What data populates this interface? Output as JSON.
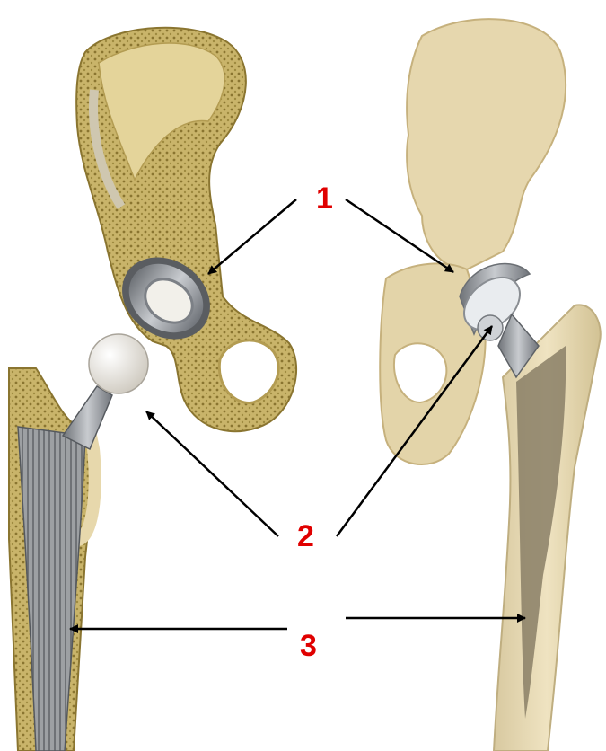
{
  "labels": {
    "one": "1",
    "two": "2",
    "three": "3"
  },
  "colors": {
    "bone": "#e9dcb5",
    "bone_shadow": "#cdb98a",
    "cancellous": "#b9a24f",
    "metal": "#8e9298",
    "metal_light": "#c9ccd1",
    "ball": "#ece9e2",
    "label": "#e00000",
    "arrow": "#000000"
  },
  "items": [
    {
      "name": "acetabular-cup",
      "label": "1"
    },
    {
      "name": "femoral-head",
      "label": "2"
    },
    {
      "name": "femoral-stem",
      "label": "3"
    }
  ]
}
